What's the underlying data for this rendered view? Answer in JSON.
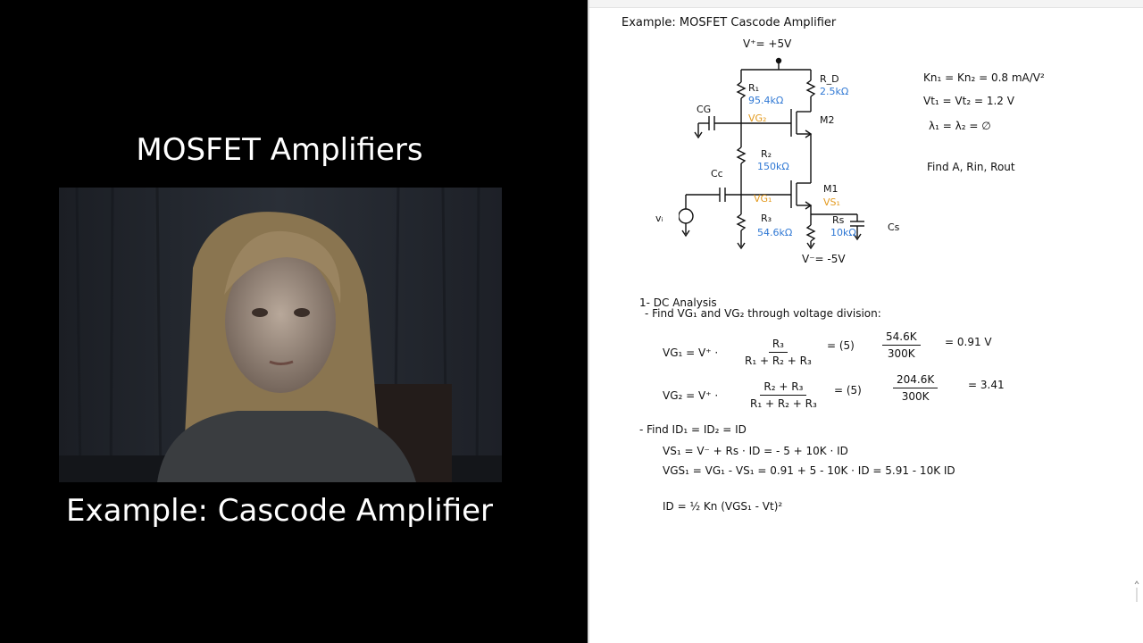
{
  "slide": {
    "title": "MOSFET Amplifiers",
    "subtitle": "Example: Cascode Amplifier"
  },
  "notes": {
    "heading": "Example: MOSFET Cascode Amplifier",
    "circuit": {
      "vplus": "V⁺= +5V",
      "vminus": "V⁻= -5V",
      "r1": "R₁",
      "r1_val": "95.4kΩ",
      "rd": "R_D",
      "rd_val": "2.5kΩ",
      "r2": "R₂",
      "r2_val": "150kΩ",
      "r3": "R₃",
      "r3_val": "54.6kΩ",
      "rs": "Rs",
      "rs_val": "10kΩ",
      "cg": "CG",
      "cc": "Cc",
      "cs": "Cs",
      "vg2": "VG₂",
      "vg1": "VG₁",
      "vs1": "VS₁",
      "m2": "M2",
      "m1": "M1",
      "vi": "vᵢ"
    },
    "params": {
      "kn": "Kn₁ = Kn₂ = 0.8 mA/V²",
      "vt": "Vt₁ = Vt₂ = 1.2 V",
      "lambda": "λ₁ = λ₂ = ∅",
      "find": "Find A, Rin, Rout"
    },
    "analysis": {
      "heading": "1- DC Analysis",
      "step1": "- Find VG₁ and VG₂ through voltage division:",
      "eq1_lhs": "VG₁ = V⁺ ·",
      "eq1_num": "R₃",
      "eq1_den": "R₁ + R₂ + R₃",
      "eq1_mid": "= (5)",
      "eq1_num2": "54.6K",
      "eq1_den2": "300K",
      "eq1_res": "= 0.91 V",
      "eq2_lhs": "VG₂ = V⁺ ·",
      "eq2_num": "R₂ + R₃",
      "eq2_den": "R₁ + R₂ + R₃",
      "eq2_mid": "= (5)",
      "eq2_num2": "204.6K",
      "eq2_den2": "300K",
      "eq2_res": "= 3.41",
      "step2": "- Find ID₁ = ID₂ = ID",
      "eq3": "VS₁ = V⁻ + Rs · ID = - 5 + 10K · ID",
      "eq4": "VGS₁ = VG₁ - VS₁ = 0.91 + 5 - 10K · ID = 5.91 - 10K ID",
      "eq5": "ID = ½ Kn (VGS₁ - Vt)²"
    }
  },
  "colors": {
    "blue_ink": "#2f78d4",
    "orange_ink": "#e39a1f",
    "ink": "#111111"
  }
}
